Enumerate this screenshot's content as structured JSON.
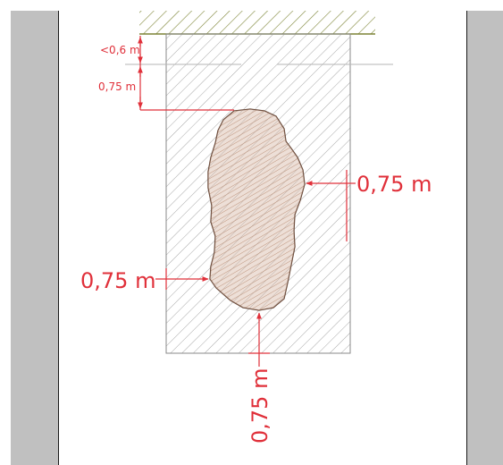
{
  "colors": {
    "dimension": "#e0303a",
    "hatch": "#9a9a9a",
    "excavation": "#b5866a",
    "ground": "#8a8f3a",
    "outline": "#5a3a2a"
  },
  "dimensions": {
    "top_small": "<0,6 m",
    "top_clearance": "0,75 m",
    "right_offset": "0,75 m",
    "left_offset": "0,75 m",
    "bottom_offset": "0,75 m"
  }
}
